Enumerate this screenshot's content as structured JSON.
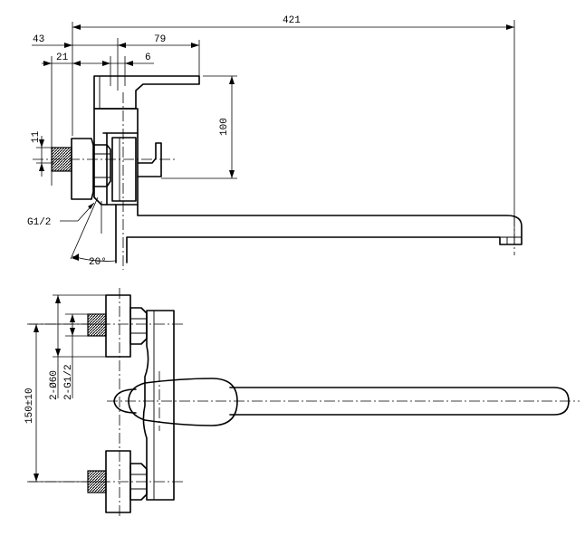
{
  "dimensions": {
    "total_length": "421",
    "wall_offset": "43",
    "spout_height_offset": "79",
    "handle_offset_21": "21",
    "handle_offset_6": "6",
    "handle_height": "100",
    "small_gap": "11",
    "inlet_thread": "G1/2",
    "tilt_angle": "20°",
    "eccentric_spacing": "150±10",
    "rosette_diameter": "2-Ø60",
    "eccentric_thread": "2-G1/2"
  }
}
